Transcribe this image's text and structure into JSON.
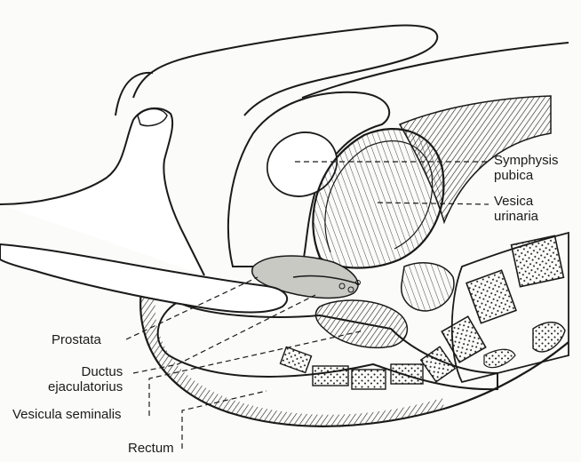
{
  "labels": {
    "symphysis_line1": "Symphysis",
    "symphysis_line2": "pubica",
    "vesica_line1": "Vesica",
    "vesica_line2": "urinaria",
    "prostata": "Prostata",
    "ductus_line1": "Ductus",
    "ductus_line2": "ejaculatorius",
    "vesicula": "Vesicula seminalis",
    "rectum": "Rectum"
  },
  "colors": {
    "ink": "#1a1a1a",
    "paper": "#fbfbf9",
    "prostate_fill": "#c9c9c4"
  }
}
